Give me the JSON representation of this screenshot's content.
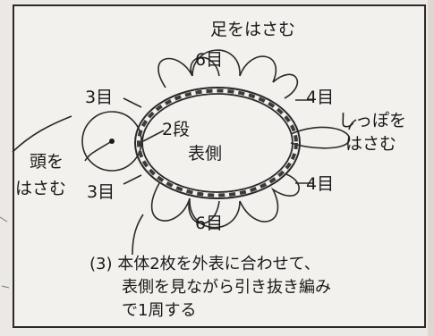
{
  "labels": {
    "feet": "足をはさむ",
    "top_count": "6目",
    "bottom_count": "6目",
    "left_top_count": "3目",
    "left_bottom_count": "3目",
    "right_top_count": "4目",
    "right_bottom_count": "4目",
    "round": "2段",
    "front": "表側",
    "tail_line1": "しっぽを",
    "tail_line2": "はさむ",
    "head_line1": "頭を",
    "head_line2": "はさむ"
  },
  "caption": {
    "line1": "(3) 本体2枚を外表に合わせて、",
    "line2": "表側を見ながら引き抜き編み",
    "line3": "で1周する"
  },
  "colors": {
    "line": "#2a2a2a",
    "background": "#f3f1ed"
  }
}
